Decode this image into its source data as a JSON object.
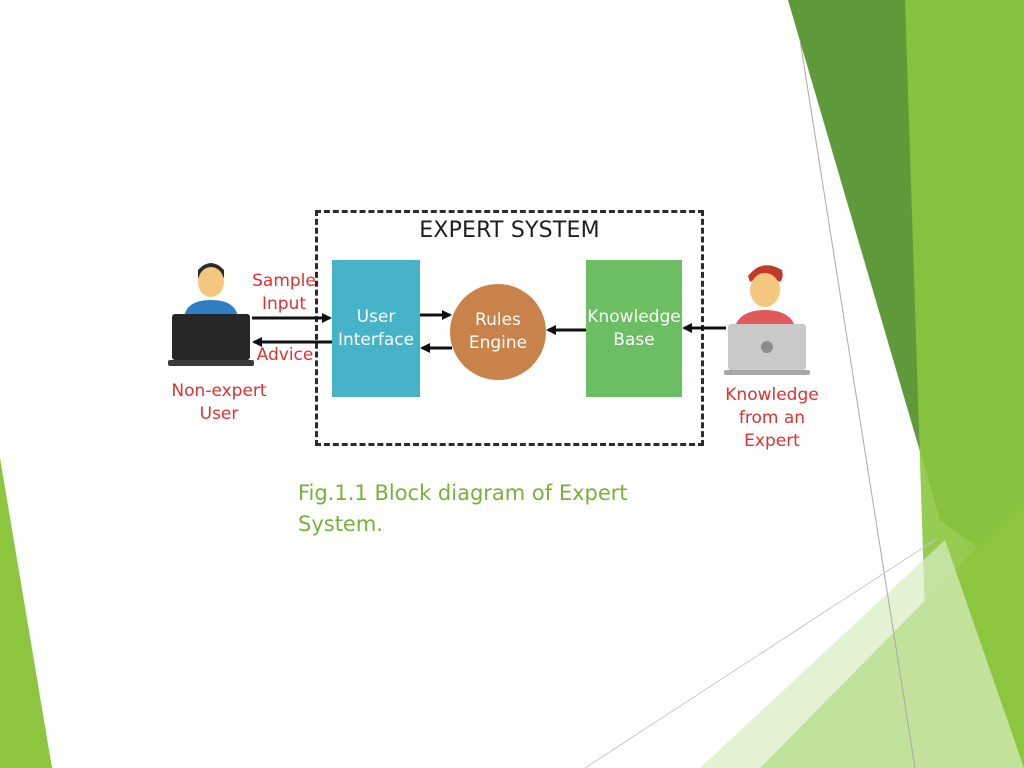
{
  "diagram": {
    "title": "EXPERT SYSTEM",
    "user_interface": "User\nInterface",
    "rules_engine": "Rules\nEngine",
    "knowledge_base": "Knowledge\nBase",
    "sample_input": "Sample\nInput",
    "advice": "Advice",
    "non_expert_user": "Non-expert\nUser",
    "knowledge_from_expert": "Knowledge\nfrom an\nExpert"
  },
  "caption": "Fig.1.1 Block diagram of Expert System.",
  "colors": {
    "user_interface": "#47b3c8",
    "rules_engine": "#c9824a",
    "knowledge_base": "#6cbe62",
    "label_red": "#e03131",
    "caption_green": "#78b03a",
    "accent_green": "#8cc63f"
  },
  "icons": {
    "non_expert": "person-with-laptop-icon",
    "expert": "person-with-laptop-icon"
  }
}
